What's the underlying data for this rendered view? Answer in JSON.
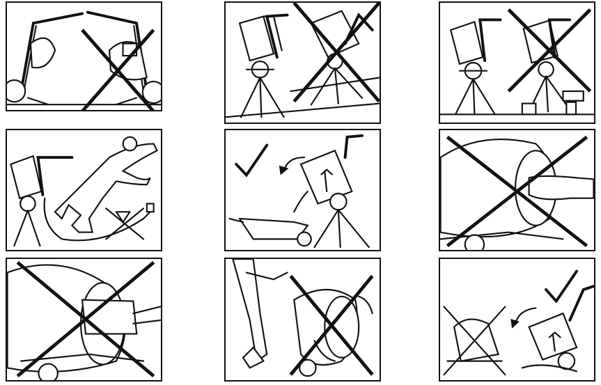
{
  "sheet": {
    "title": "",
    "panels": [
      {
        "id": 1,
        "depicts": "handle-collision",
        "forbidden": true
      },
      {
        "id": 2,
        "depicts": "mixer-on-slope",
        "forbidden": true
      },
      {
        "id": 3,
        "depicts": "mixer-on-uneven-ground",
        "forbidden": true
      },
      {
        "id": 4,
        "depicts": "trip-over-cable",
        "forbidden": false
      },
      {
        "id": 5,
        "depicts": "tilt-drum-into-wheelbarrow",
        "allowed": true
      },
      {
        "id": 6,
        "depicts": "hand-in-drum",
        "forbidden": true
      },
      {
        "id": 7,
        "depicts": "tool-in-drum",
        "forbidden": true
      },
      {
        "id": 8,
        "depicts": "operating-with-hand-on-drum",
        "forbidden": true
      },
      {
        "id": 9,
        "depicts": "empty-drum-correctly",
        "allowed": true
      }
    ]
  },
  "colors": {
    "ink": "#111111",
    "paper": "#ffffff"
  }
}
